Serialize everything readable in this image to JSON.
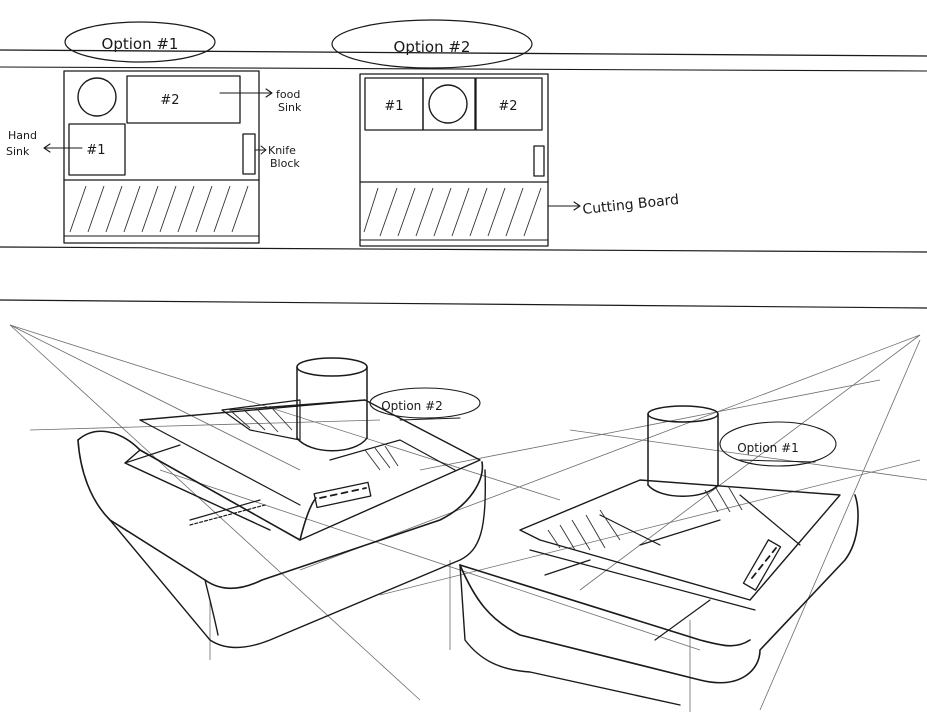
{
  "sketch": {
    "top_view": {
      "option1_title": "Option #1",
      "option2_title": "Option #2",
      "labels": {
        "food_sink_line1": "food",
        "food_sink_line2": "Sink",
        "hand_sink_line1": "Hand",
        "hand_sink_line2": "Sink",
        "knife_block_line1": "Knife",
        "knife_block_line2": "Block",
        "cutting_board": "Cutting Board"
      },
      "compartments": {
        "opt1_sink2": "#2",
        "opt1_sink1": "#1",
        "opt2_sink1": "#1",
        "opt2_sink2": "#2"
      }
    },
    "perspective_view": {
      "left_label": "Option #2",
      "right_label": "Option #1"
    }
  }
}
